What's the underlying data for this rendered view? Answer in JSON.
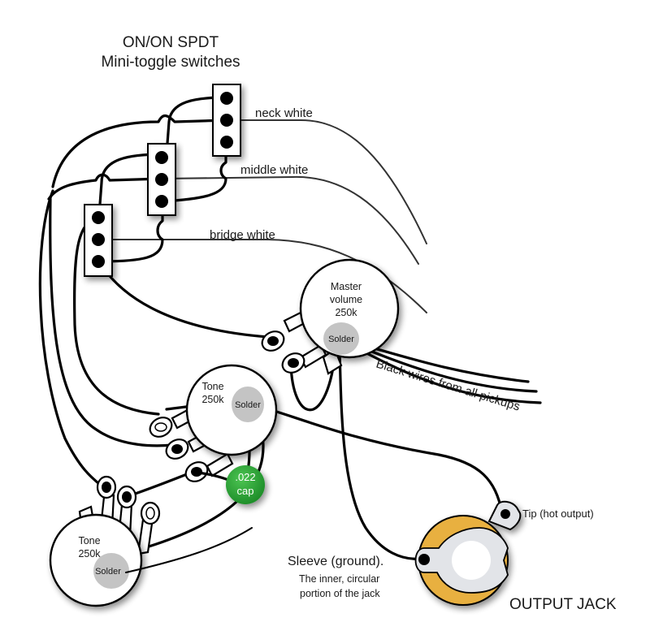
{
  "title": {
    "line1": "ON/ON SPDT",
    "line2": "Mini-toggle switches"
  },
  "switches": [
    {
      "name": "neck-switch",
      "type": "SPDT mini-toggle",
      "lugs": 3
    },
    {
      "name": "middle-switch",
      "type": "SPDT mini-toggle",
      "lugs": 3
    },
    {
      "name": "bridge-switch",
      "type": "SPDT mini-toggle",
      "lugs": 3
    }
  ],
  "pickup_wires": {
    "neck": "neck white",
    "middle": "middle white",
    "bridge": "bridge white",
    "black": "Black wires from all pickups"
  },
  "pots": {
    "master_volume": {
      "line1": "Master",
      "line2": "volume",
      "line3": "250k",
      "solder": "Solder"
    },
    "tone_middle": {
      "line1": "Tone",
      "line2": "250k",
      "solder": "Solder"
    },
    "tone_lower": {
      "line1": "Tone",
      "line2": "250k",
      "solder": "Solder"
    }
  },
  "capacitor": {
    "line1": ".022",
    "line2": "cap",
    "color": "#2eaa3c"
  },
  "jack": {
    "title": "OUTPUT JACK",
    "tip_label": "Tip (hot output)",
    "sleeve_label": "Sleeve (ground).",
    "sleeve_note1": "The inner, circular",
    "sleeve_note2": "portion of the jack",
    "ring_color": "#e8b040",
    "plate_color": "#e2e4e8"
  }
}
